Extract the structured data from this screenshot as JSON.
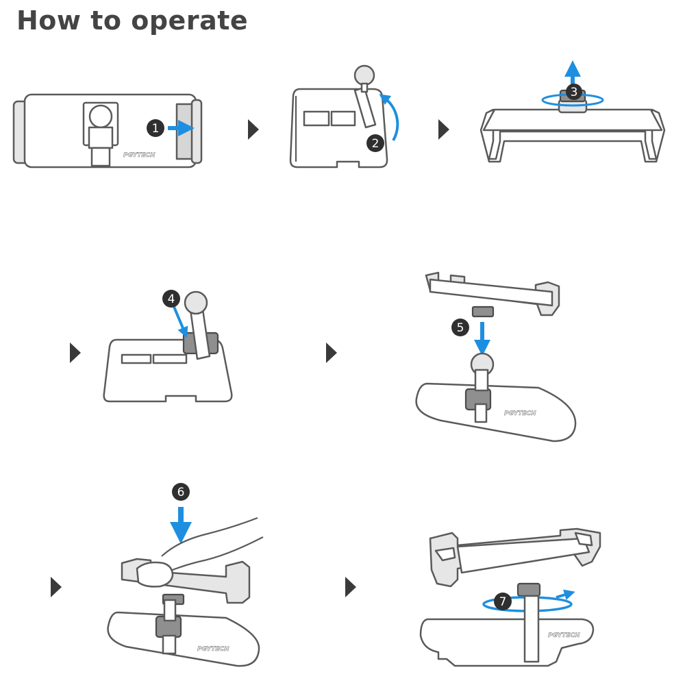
{
  "title": "How to operate",
  "brand_mark": "PGYTECH",
  "accent_color": "#1e8fe0",
  "steps": [
    {
      "number": "1",
      "icon": "slide-arrow-icon"
    },
    {
      "number": "2",
      "icon": "rotate-up-arrow-icon"
    },
    {
      "number": "3",
      "icon": "twist-lift-icon"
    },
    {
      "number": "4",
      "icon": "insert-arrow-icon"
    },
    {
      "number": "5",
      "icon": "down-arrow-icon"
    },
    {
      "number": "6",
      "icon": "press-down-arrow-icon"
    },
    {
      "number": "7",
      "icon": "tighten-rotate-icon"
    }
  ]
}
